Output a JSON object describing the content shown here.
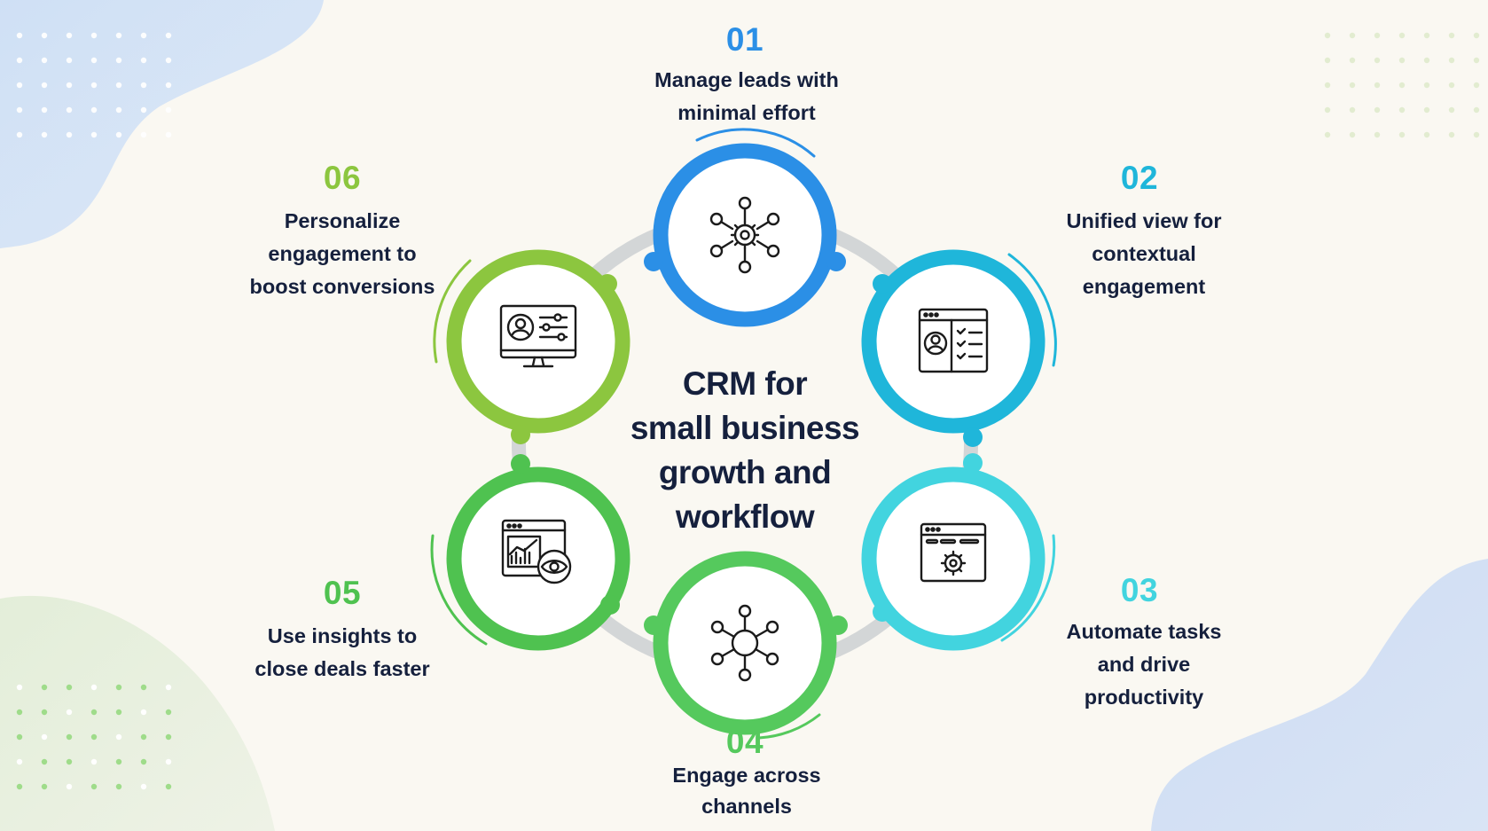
{
  "center_title_lines": [
    "CRM for",
    "small business",
    "growth and",
    "workflow"
  ],
  "steps": [
    {
      "num": "01",
      "caption_lines": [
        "Manage leads with",
        "minimal effort"
      ],
      "color": "#2b8fe6",
      "icon": "network-gear-icon"
    },
    {
      "num": "02",
      "caption_lines": [
        "Unified view for",
        "contextual",
        "engagement"
      ],
      "color": "#1fb6da",
      "icon": "contact-checklist-icon"
    },
    {
      "num": "03",
      "caption_lines": [
        "Automate tasks",
        "and drive",
        "productivity"
      ],
      "color": "#42d4df",
      "icon": "browser-gear-icon"
    },
    {
      "num": "04",
      "caption_lines": [
        "Engage across",
        "channels"
      ],
      "color": "#55c95d",
      "icon": "hub-network-icon"
    },
    {
      "num": "05",
      "caption_lines": [
        "Use insights to",
        "close deals faster"
      ],
      "color": "#4fc250",
      "icon": "analytics-eye-icon"
    },
    {
      "num": "06",
      "caption_lines": [
        "Personalize",
        "engagement to",
        "boost conversions"
      ],
      "color": "#8cc63f",
      "icon": "monitor-profile-settings-icon"
    }
  ]
}
